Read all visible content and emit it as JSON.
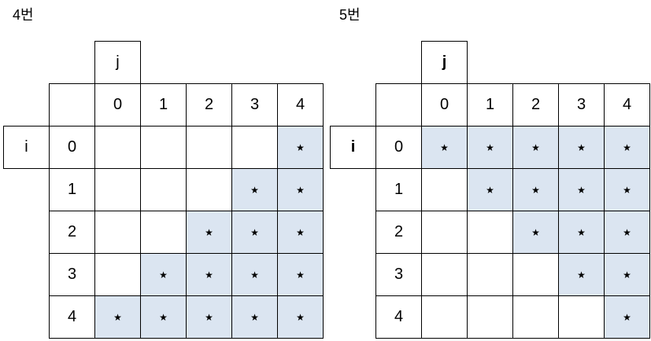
{
  "colors": {
    "highlight": "#dbe5f1",
    "border": "#000000",
    "text": "#000000",
    "background": "#ffffff"
  },
  "tables": [
    {
      "id": "table-4",
      "title": "4번",
      "j_label": "j",
      "i_label": "i",
      "bold_axis_labels": false,
      "col_headers": [
        "0",
        "1",
        "2",
        "3",
        "4"
      ],
      "row_headers": [
        "0",
        "1",
        "2",
        "3",
        "4"
      ],
      "cells": [
        [
          "",
          "",
          "",
          "",
          "★"
        ],
        [
          "",
          "",
          "",
          "★",
          "★"
        ],
        [
          "",
          "",
          "★",
          "★",
          "★"
        ],
        [
          "",
          "★",
          "★",
          "★",
          "★"
        ],
        [
          "★",
          "★",
          "★",
          "★",
          "★"
        ]
      ]
    },
    {
      "id": "table-5",
      "title": "5번",
      "j_label": "j",
      "i_label": "i",
      "bold_axis_labels": true,
      "col_headers": [
        "0",
        "1",
        "2",
        "3",
        "4"
      ],
      "row_headers": [
        "0",
        "1",
        "2",
        "3",
        "4"
      ],
      "cells": [
        [
          "★",
          "★",
          "★",
          "★",
          "★"
        ],
        [
          "",
          "★",
          "★",
          "★",
          "★"
        ],
        [
          "",
          "",
          "★",
          "★",
          "★"
        ],
        [
          "",
          "",
          "",
          "★",
          "★"
        ],
        [
          "",
          "",
          "",
          "",
          "★"
        ]
      ]
    }
  ]
}
